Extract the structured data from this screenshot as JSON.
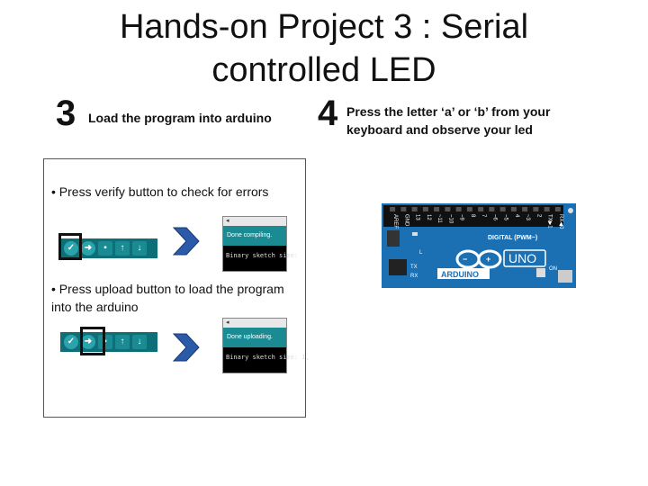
{
  "slide": {
    "title": "Hands-on Project 3 : Serial controlled LED",
    "step3": {
      "number": "3",
      "text": "Load the program into arduino"
    },
    "step4": {
      "number": "4",
      "text": "Press the letter ‘a’ or ‘b’ from your keyboard and observe your led"
    }
  },
  "panel": {
    "bullet1": "• Press verify button to check for errors",
    "bullet2": "• Press upload button to load the program into the arduino",
    "console1": {
      "status": "Done compiling.",
      "output": "Binary sketch size:"
    },
    "console2": {
      "status": "Done uploading.",
      "output": "Binary sketch size: 1,"
    }
  },
  "board": {
    "brand": "ARDUINO",
    "model": "UNO",
    "digital_label": "DIGITAL (PWM~)",
    "pins": [
      "AREF",
      "GND",
      "13",
      "12",
      "~11",
      "~10",
      "~9",
      "8",
      "7",
      "~6",
      "~5",
      "4",
      "~3",
      "2",
      "TX▶1",
      "RX◀0"
    ],
    "tx_label": "TX",
    "rx_label": "RX",
    "l_label": "L",
    "on_label": "ON"
  },
  "colors": {
    "toolbar": "#0f6f78",
    "board_blue": "#1b6fb3",
    "chevron": "#2b5aa8"
  }
}
